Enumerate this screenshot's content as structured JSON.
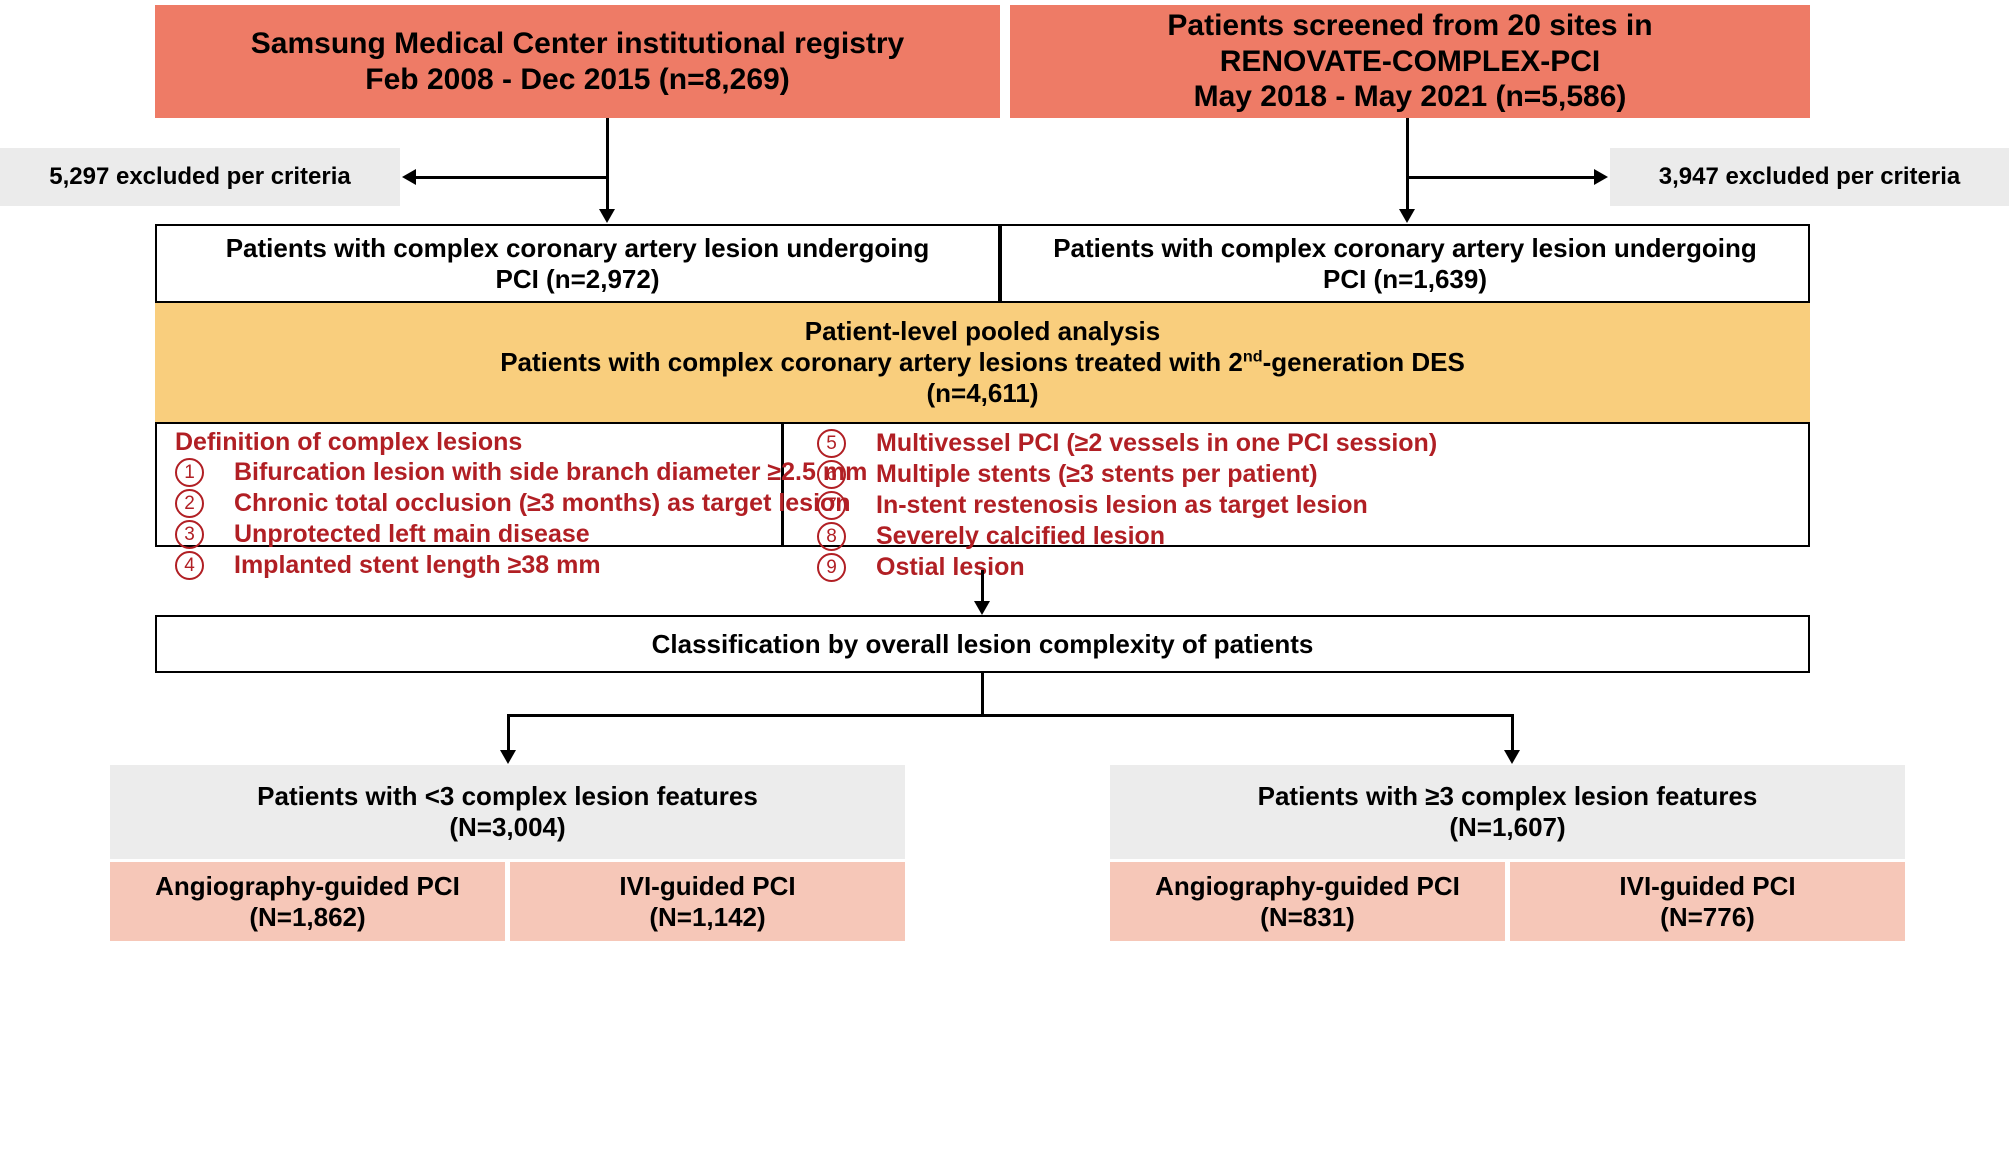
{
  "title": "Study flow diagram: patient-level pooled analysis of complex PCI",
  "colors": {
    "source_box": "#EE7B66",
    "excluded_box": "#EBEBEB",
    "pooled_box": "#F9CE7D",
    "definition_text": "#B11F24",
    "group_box": "#ECECEC",
    "arm_box": "#F6C7B8",
    "line": "#000000"
  },
  "sources": [
    {
      "id": "smc-registry",
      "line1": "Samsung Medical Center institutional registry",
      "line2": "Feb 2008 - Dec 2015 (n=8,269)"
    },
    {
      "id": "renovate-complex-pci",
      "line1": "Patients screened from 20 sites in",
      "line2": "RENOVATE-COMPLEX-PCI",
      "line3": "May 2018 - May 2021 (n=5,586)"
    }
  ],
  "exclusions": [
    {
      "id": "left-exclusion",
      "label": "5,297 excluded per criteria"
    },
    {
      "id": "right-exclusion",
      "label": "3,947 excluded per criteria"
    }
  ],
  "enrolled": [
    {
      "id": "smc-enrolled",
      "line1": "Patients with complex coronary artery lesion undergoing",
      "line2": "PCI (n=2,972)"
    },
    {
      "id": "renovate-enrolled",
      "line1": "Patients with complex coronary artery lesion undergoing",
      "line2": "PCI (n=1,639)"
    }
  ],
  "pooled": {
    "line1": "Patient-level pooled analysis",
    "line2_pre": "Patients with complex coronary artery lesions treated with 2",
    "line2_sup": "nd",
    "line2_post": "-generation DES",
    "line3": "(n=4,611)"
  },
  "definitions": {
    "title": "Definition of complex lesions",
    "left_items": [
      {
        "num": "1",
        "text": "Bifurcation lesion with side branch diameter ≥2.5 mm"
      },
      {
        "num": "2",
        "text": "Chronic total occlusion (≥3 months) as target lesion"
      },
      {
        "num": "3",
        "text": "Unprotected left main disease"
      },
      {
        "num": "4",
        "text": "Implanted stent length ≥38 mm"
      }
    ],
    "right_items": [
      {
        "num": "5",
        "text": "Multivessel PCI (≥2 vessels in one PCI session)"
      },
      {
        "num": "6",
        "text": "Multiple stents (≥3 stents per patient)"
      },
      {
        "num": "7",
        "text": "In-stent restenosis lesion as target lesion"
      },
      {
        "num": "8",
        "text": "Severely calcified lesion"
      },
      {
        "num": "9",
        "text": "Ostial lesion"
      }
    ]
  },
  "classification": {
    "label": "Classification by overall lesion complexity of patients"
  },
  "groups": [
    {
      "id": "low-complexity",
      "line1": "Patients with <3 complex lesion features",
      "line2": "(N=3,004)",
      "arms": [
        {
          "id": "low-angio",
          "line1": "Angiography-guided PCI",
          "line2": "(N=1,862)"
        },
        {
          "id": "low-ivi",
          "line1": "IVI-guided PCI",
          "line2": "(N=1,142)"
        }
      ]
    },
    {
      "id": "high-complexity",
      "line1": "Patients with ≥3 complex lesion features",
      "line2": "(N=1,607)",
      "arms": [
        {
          "id": "high-angio",
          "line1": "Angiography-guided PCI",
          "line2": "(N=831)"
        },
        {
          "id": "high-ivi",
          "line1": "IVI-guided PCI",
          "line2": "(N=776)"
        }
      ]
    }
  ]
}
